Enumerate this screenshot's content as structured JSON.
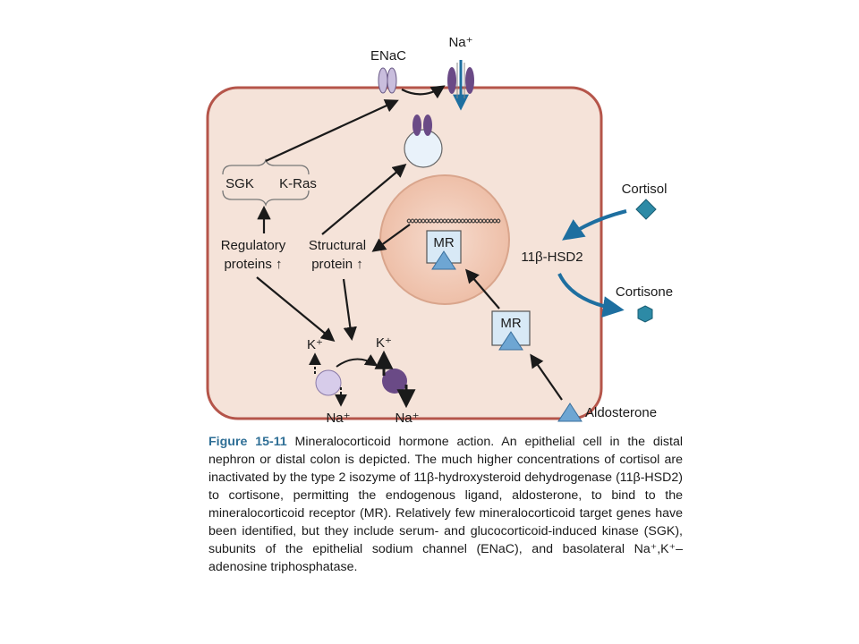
{
  "labels": {
    "enac": "ENaC",
    "na_top": "Na⁺",
    "sgk": "SGK",
    "kras": "K-Ras",
    "regulatory_1": "Regulatory",
    "regulatory_2": "proteins ↑",
    "structural_1": "Structural",
    "structural_2": "protein ↑",
    "mr_nucleus": "MR",
    "mr_cytoplasm": "MR",
    "cortisol": "Cortisol",
    "hsd2": "11β-HSD2",
    "cortisone": "Cortisone",
    "aldosterone": "Aldosterone",
    "k_left": "K⁺",
    "k_right": "K⁺",
    "na_left": "Na⁺",
    "na_right": "Na⁺"
  },
  "caption": {
    "figure_label": "Figure 15-11",
    "text": " Mineralocorticoid hormone action. An epithelial cell in the distal nephron or distal colon is depicted. The much higher concentrations of cortisol are inactivated by the type 2 isozyme of 11β-hydroxysteroid dehydrogenase (11β-HSD2) to cortisone, permitting the endogenous ligand, aldosterone, to bind to the mineralocorticoid receptor (MR). Relatively few mineralocorticoid target genes have been identified, but they include serum- and glucocorticoid-induced kinase (SGK), subunits of the epithelial sodium channel (ENaC), and basolateral Na⁺,K⁺–adenosine triphosphatase."
  },
  "colors": {
    "cell_fill": "#f5e3d9",
    "cell_stroke": "#b5554a",
    "nucleus_fill": "#f3cdb9",
    "lavender": "#c9bedd",
    "purple": "#6a4a86",
    "blue": "#1e6fa0",
    "mr_box": "#d8e9f6",
    "triangle": "#6ea6d3",
    "cortisol": "#2d8aa6",
    "caption_label": "#2f6f96"
  }
}
